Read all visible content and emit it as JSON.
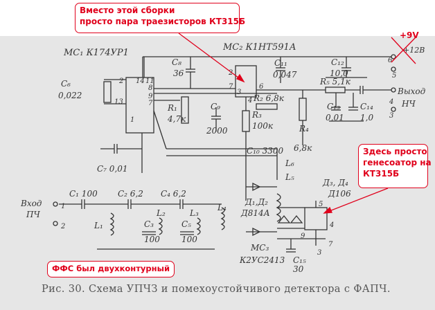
{
  "notes": {
    "top": [
      "Вместо этой сборки",
      "просто пара траезисторов КТ315Б"
    ],
    "right": [
      "Здесь просто",
      "генесоатор на",
      "КТ315Б"
    ],
    "bottom": "ФФС был двухконтурный",
    "power": "+9V"
  },
  "caption": "Рис. 30. Схема УПЧЗ и помехоустойчивого детектора с ФАПЧ.",
  "labels": {
    "mc1": "МС₁ К174УР1",
    "mc2": "МС₂ К1НТ591А",
    "mc3": "МС₃",
    "mc3_part": "К2УС2413",
    "c6": "C₆",
    "c6v": "0,022",
    "c7": "C₇ 0,01",
    "c8": "C₈",
    "c8v": "36",
    "c9": "C₉",
    "c9v": "2000",
    "c10": "C₁₀ 3300",
    "c11": "C₁₁",
    "c11v": "0,047",
    "c12": "C₁₂",
    "c12v": "10,0",
    "c13": "C₁₃",
    "c13v": "0,01",
    "c14": "C₁₄",
    "c14v": "1,0",
    "c15": "C₁₅",
    "c15v": "30",
    "r1": "R₁",
    "r1v": "4,7к",
    "r2": "R₂ 6,8к",
    "r3": "R₃",
    "r3v": "100к",
    "r4": "R₄",
    "r4v": "6,8к",
    "r5": "R₅ 5,1к",
    "l6": "L₆",
    "l5": "L₅",
    "d12": "Д₁,Д₂",
    "d12v": "Д814А",
    "d34": "Д₃, Д₄",
    "d34v": "Д106",
    "in": "Вход",
    "in2": "ПЧ",
    "out": "Выход",
    "out2": "НЧ",
    "c1": "C₁ 100",
    "c2": "C₂ 6,2",
    "c4": "C₄ 6,2",
    "l1": "L₁",
    "l2": "L₂",
    "l3": "L₃",
    "l4": "L₄",
    "c3": "C₃",
    "c3v": "100",
    "c5": "C₅",
    "c5v": "100",
    "pins": {
      "p2": "2",
      "p14": "14",
      "p11": "11",
      "p8": "8",
      "p9": "9",
      "p7": "7",
      "p13": "13",
      "p1": "1",
      "m2": "2",
      "m7": "7",
      "m6": "6",
      "m3": "3",
      "m4": "4",
      "t6": "6",
      "t5": "5",
      "t4": "4",
      "t3": "3",
      "i1": "1",
      "i2": "2",
      "d5": "5",
      "d4": "4",
      "d9": "9",
      "d3": "3",
      "d7": "7"
    },
    "old_voltage": "+12В"
  },
  "colors": {
    "annotation": "#e0001b",
    "ink": "#333333",
    "paper": "#e6e6e6"
  }
}
